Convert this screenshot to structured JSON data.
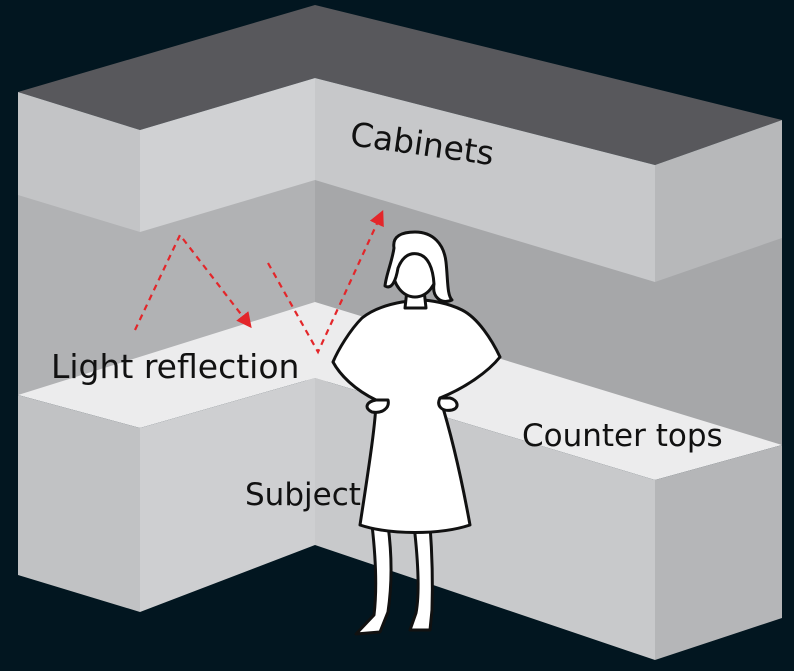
{
  "labels": {
    "cabinets": "Cabinets",
    "light_reflection": "Light reflection",
    "counter_tops": "Counter tops",
    "subject": "Subject"
  },
  "colors": {
    "background": "#021620",
    "cabinet_top": "#58585c",
    "cabinet_front": "#cfd0d2",
    "cabinet_side": "#b7b8ba",
    "wall": "#a9aaac",
    "counter_top": "#ebebec",
    "counter_front": "#c4c5c7",
    "counter_side": "#b5b6b8",
    "arrow": "#e3262a",
    "figure_fill": "#ffffff",
    "figure_outline": "#111111"
  },
  "icons": {
    "subject_figure": "woman-silhouette-icon"
  }
}
